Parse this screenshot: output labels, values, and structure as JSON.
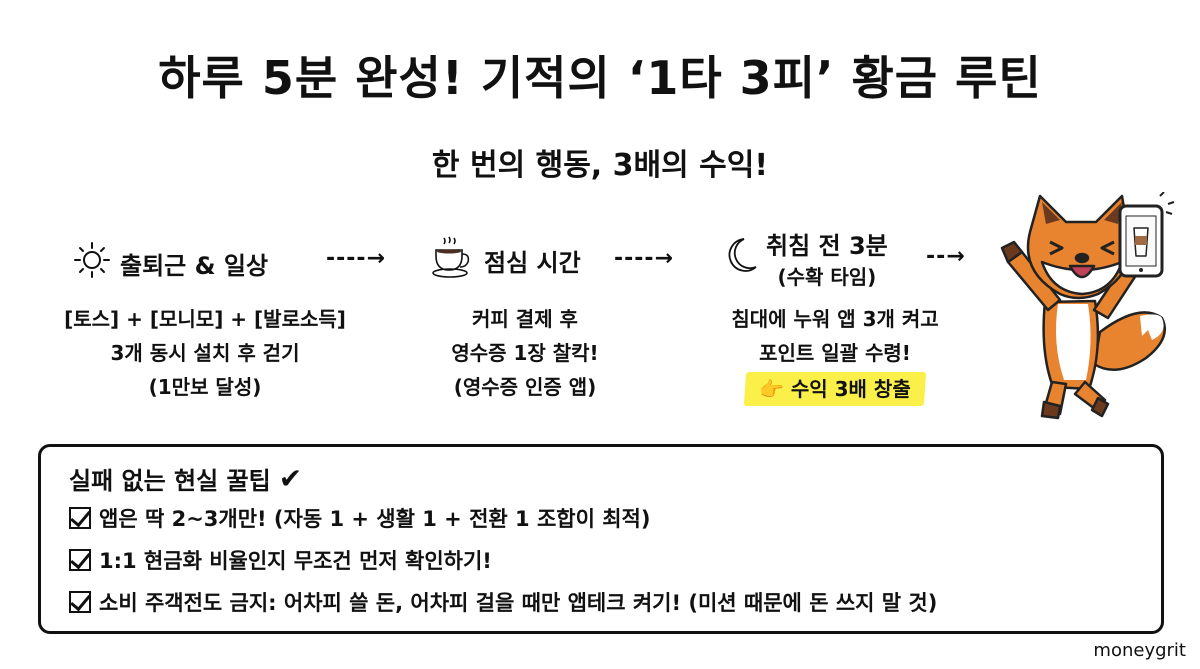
{
  "header": {
    "title": "하루 5분 완성! 기적의 ‘1타 3피’ 황금 루틴",
    "subtitle": "한 번의 행동, 3배의 수익!"
  },
  "flow": {
    "arrow": "----→",
    "short_arrow": "--→",
    "steps": [
      {
        "icon": "sun-icon",
        "title": "출퇴근 & 일상",
        "lines": [
          "[토스] + [모니모] + [발로소득]",
          "3개 동시 설치 후 걷기",
          "(1만보 달성)"
        ]
      },
      {
        "icon": "coffee-cup-icon",
        "title": "점심 시간",
        "lines": [
          "커피 결제 후",
          "영수증 1장 찰칵!",
          "(영수증 인증 앱)"
        ]
      },
      {
        "icon": "moon-icon",
        "title": "취침 전 3분",
        "subtitle": "(수확 타임)",
        "lines": [
          "침대에 누워 앱 3개 켜고",
          "포인트 일괄 수령!"
        ],
        "highlight": "수익 3배 창출",
        "highlight_icon": "pointing-hand-icon"
      }
    ]
  },
  "mascot": {
    "description": "fox-holding-phone-illustration"
  },
  "tips": {
    "title": "실패 없는 현실 꿀팁",
    "items": [
      "앱은 딱 2~3개만! (자동 1 + 생활 1 + 전환 1 조합이 최적)",
      "1:1 현금화 비율인지 무조건 먼저 확인하기!",
      "소비 주객전도 금지: 어차피 쓸 돈, 어차피 걸을 때만 앱테크 켜기! (미션 때문에 돈 쓰지 말 것)"
    ]
  },
  "watermark": "moneygrit",
  "colors": {
    "highlight": "#fbef4a",
    "fox_orange": "#e8832f",
    "text": "#111111"
  }
}
